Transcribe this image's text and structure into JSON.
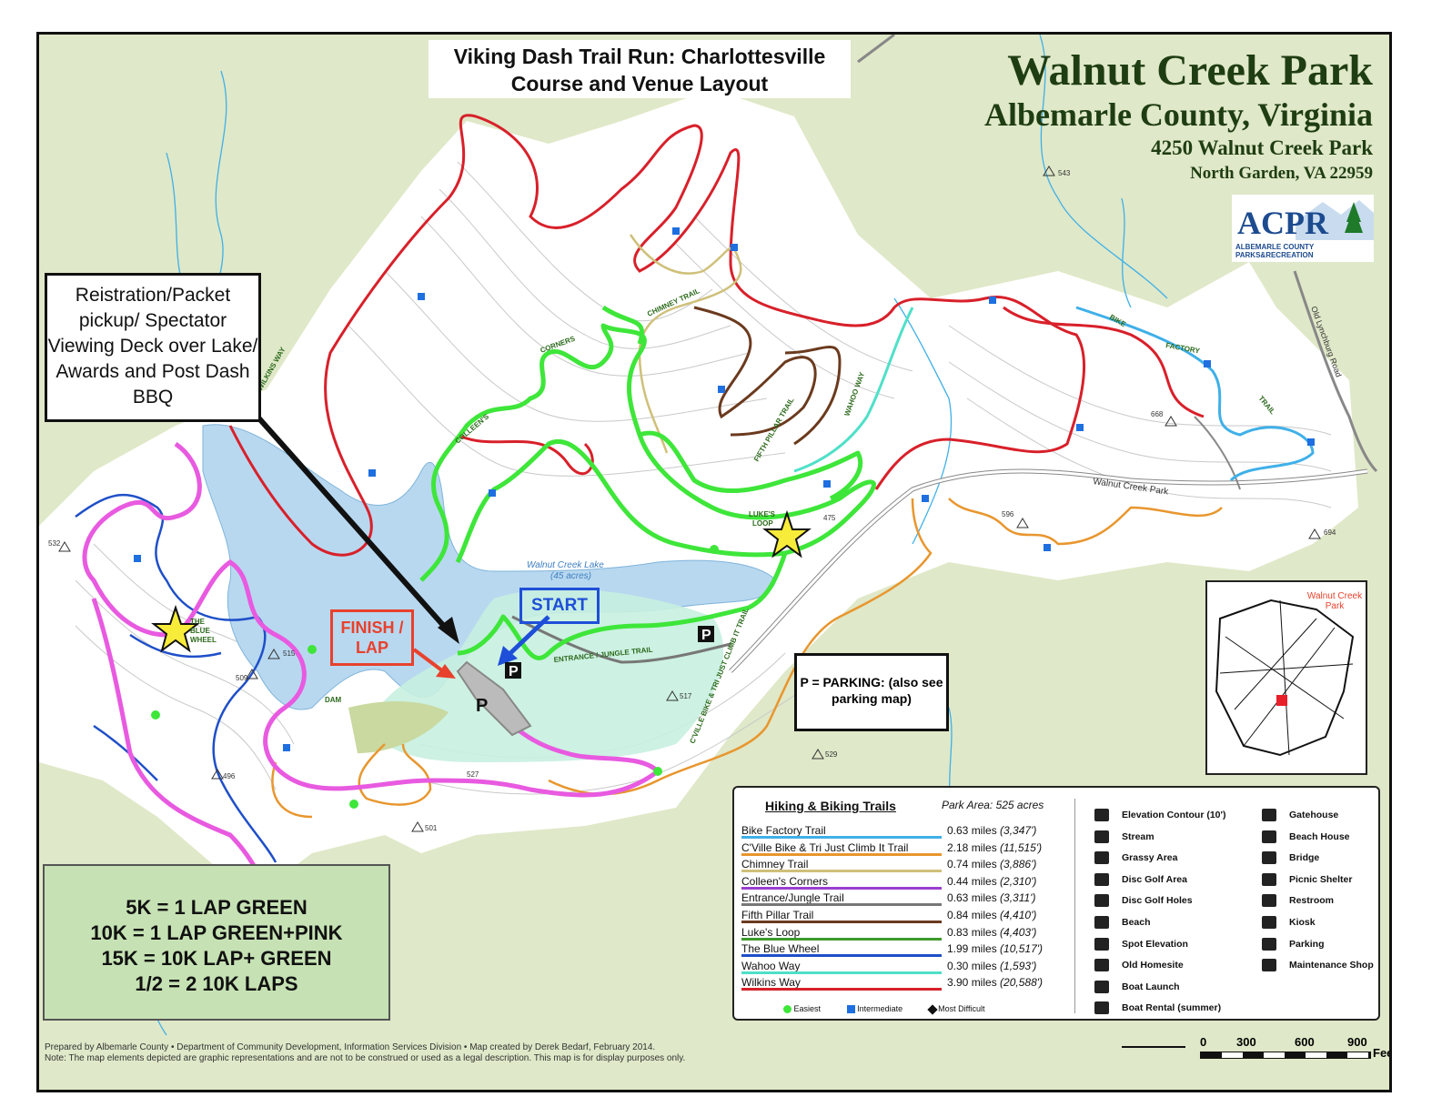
{
  "title_box": {
    "line1": "Viking Dash Trail Run: Charlottesville",
    "line2": "Course and Venue Layout"
  },
  "park": {
    "name": "Walnut Creek Park",
    "county": "Albemarle County, Virginia",
    "address": "4250 Walnut Creek Park",
    "city": "North Garden, VA 22959"
  },
  "logo": {
    "name": "ACPR",
    "sub": "ALBEMARLE COUNTY PARKS&RECREATION"
  },
  "registration_box": {
    "text": "Reistration/Packet pickup/ Spectator Viewing Deck over Lake/ Awards and Post Dash BBQ"
  },
  "finish_label": {
    "line1": "FINISH /",
    "line2": "LAP"
  },
  "start_label": "START",
  "parking_box": {
    "text": "P = PARKING:  (also see parking map)"
  },
  "laps_box": {
    "lines": [
      "5K = 1 LAP GREEN",
      "10K = 1 LAP GREEN+PINK",
      "15K = 10K LAP+ GREEN",
      "1/2 = 2 10K LAPS"
    ]
  },
  "lake": {
    "name": "Walnut Creek Lake",
    "area": "(45 acres)"
  },
  "road": {
    "name": "Walnut Creek Park"
  },
  "road2": {
    "name": "Old Lynchburg Road"
  },
  "map_labels": [
    "WILKINS WAY",
    "CHIMNEY TRAIL",
    "BIKE",
    "FACTORY",
    "TRAIL",
    "FIFTH PILLAR TRAIL",
    "WAHOO WAY",
    "CORNERS",
    "COLLEEN'S",
    "LUKE'S",
    "LOOP",
    "THE",
    "BLUE",
    "WHEEL",
    "DAM",
    "ENTRANCE / JUNGLE TRAIL",
    "C'VILLE BIKE & TRI JUST CLIMB IT TRAIL"
  ],
  "elevations": [
    "543",
    "668",
    "596",
    "475",
    "694",
    "532",
    "515",
    "509",
    "517",
    "496",
    "527",
    "501",
    "529"
  ],
  "legend": {
    "title": "Hiking & Biking Trails",
    "area": "Park Area: 525 acres",
    "trails": [
      {
        "name": "Bike Factory Trail",
        "miles": "0.63 miles",
        "feet": "(3,347')",
        "color": "#3fb0e8"
      },
      {
        "name": "C'Ville Bike & Tri Just Climb It Trail",
        "miles": "2.18 miles",
        "feet": "(11,515')",
        "color": "#e8962e"
      },
      {
        "name": "Chimney Trail",
        "miles": "0.74 miles",
        "feet": "(3,886')",
        "color": "#cfc07a"
      },
      {
        "name": "Colleen's Corners",
        "miles": "0.44 miles",
        "feet": "(2,310')",
        "color": "#9b3fd0"
      },
      {
        "name": "Entrance/Jungle Trail",
        "miles": "0.63 miles",
        "feet": "(3,311')",
        "color": "#777777"
      },
      {
        "name": "Fifth Pillar Trail",
        "miles": "0.84 miles",
        "feet": "(4,410')",
        "color": "#6b3a1e"
      },
      {
        "name": "Luke's Loop",
        "miles": "0.83 miles",
        "feet": "(4,403')",
        "color": "#3f9a2c"
      },
      {
        "name": "The Blue Wheel",
        "miles": "1.99 miles",
        "feet": "(10,517')",
        "color": "#1f4fc8"
      },
      {
        "name": "Wahoo Way",
        "miles": "0.30 miles",
        "feet": "(1,593')",
        "color": "#4fe0c8"
      },
      {
        "name": "Wilkins Way",
        "miles": "3.90 miles",
        "feet": "(20,588')",
        "color": "#d8202a"
      }
    ],
    "difficulty": {
      "easy": "Easiest",
      "intermediate": "Intermediate",
      "difficult": "Most Difficult"
    },
    "symbols_a": [
      "Elevation Contour (10')",
      "Stream",
      "Grassy Area",
      "Disc Golf Area",
      "Disc Golf Holes",
      "Beach",
      "Spot Elevation",
      "Old Homesite",
      "Boat Launch",
      "Boat Rental (summer)"
    ],
    "symbols_b": [
      "Gatehouse",
      "Beach House",
      "Bridge",
      "Picnic Shelter",
      "Restroom",
      "Kiosk",
      "Parking",
      "Maintenance Shop"
    ]
  },
  "inset": {
    "label": "Walnut Creek Park"
  },
  "footer": {
    "line1": "Prepared by Albemarle County • Department of Community Development, Information Services Division • Map created by Derek Bedarf, February 2014.",
    "line2": "Note: The map elements depicted are graphic representations and are not to be construed or used as a legal description. This map is for display purposes only."
  },
  "scale": {
    "ticks": [
      "0",
      "300",
      "600",
      "900"
    ],
    "unit": "Feet"
  },
  "course_colors": {
    "green": "#3ee63a",
    "pink": "#e85ae0",
    "wilkins": "#d8202a",
    "lake": "#b8d8f0"
  }
}
